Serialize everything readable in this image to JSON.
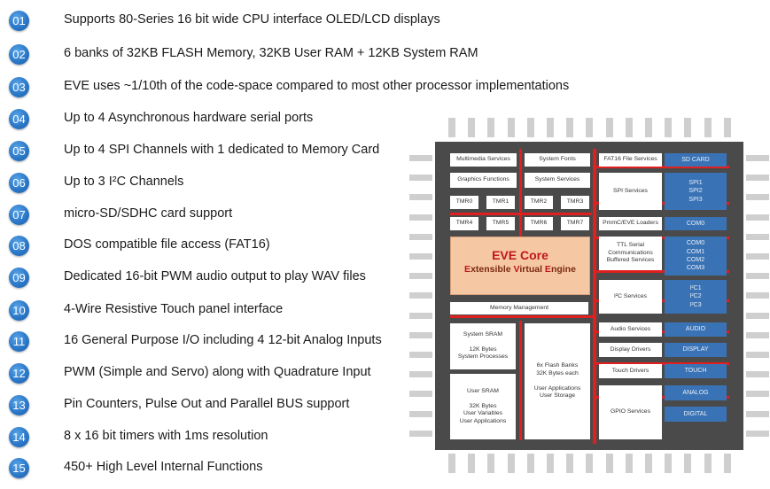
{
  "features": [
    {
      "num": "01",
      "text": "Supports 80-Series 16 bit wide CPU interface OLED/LCD displays"
    },
    {
      "num": "02",
      "text": "6 banks of 32KB FLASH Memory, 32KB User RAM + 12KB System RAM"
    },
    {
      "num": "03",
      "text": "EVE uses ~1/10th of the code-space compared to most other processor implementations"
    },
    {
      "num": "04",
      "text": "Up to 4 Asynchronous hardware serial ports"
    },
    {
      "num": "05",
      "text": "Up to 4 SPI Channels with 1 dedicated to Memory Card"
    },
    {
      "num": "06",
      "text": "Up to 3 I²C Channels"
    },
    {
      "num": "07",
      "text": "micro-SD/SDHC card support"
    },
    {
      "num": "08",
      "text": "DOS compatible file access (FAT16)"
    },
    {
      "num": "09",
      "text": "Dedicated 16-bit PWM audio output to play WAV files"
    },
    {
      "num": "10",
      "text": "4-Wire Resistive Touch panel interface"
    },
    {
      "num": "11",
      "text": "16 General Purpose I/O including 4 12-bit Analog Inputs"
    },
    {
      "num": "12",
      "text": "PWM (Simple and Servo) along with Quadrature Input"
    },
    {
      "num": "13",
      "text": "Pin Counters,  Pulse Out and Parallel BUS support"
    },
    {
      "num": "14",
      "text": "8 x 16 bit timers with 1ms resolution"
    },
    {
      "num": "15",
      "text": "450+ High Level Internal Functions"
    }
  ],
  "chip": {
    "multimedia": "Multimedia  Services",
    "system_fonts": "System Fonts",
    "fat16": "FAT16 File Services",
    "sd_card": "SD CARD",
    "graphics": "Graphics Functions",
    "system_services": "System Services",
    "spi_services": "SPI Services",
    "spi_ports": "SPI1\nSPI2\nSPI3",
    "tmr0": "TMR0",
    "tmr1": "TMR1",
    "tmr2": "TMR2",
    "tmr3": "TMR3",
    "tmr4": "TMR4",
    "tmr5": "TMR5",
    "tmr6": "TMR6",
    "tmr7": "TMR7",
    "loaders": "PmmC/EVE  Loaders",
    "com0": "COM0",
    "ttl": "TTL Serial\nCommunications\nBuffered Services",
    "com_ports": "COM0\nCOM1\nCOM2\nCOM3",
    "core_title": "EVE Core",
    "core_sub_parts": [
      "E",
      "xtensible ",
      "V",
      "irtual ",
      "E",
      "ngine"
    ],
    "i2c_services": "I²C Services",
    "i2c_ports": "I²C1\nI²C2\nI²C3",
    "memory_mgmt": "Memory Management",
    "audio_services": "Audio Services",
    "audio": "AUDIO",
    "system_sram": "System SRAM\n\n12K Bytes\nSystem Processes",
    "flash_banks": "6x Flash Banks\n32K Bytes each\n\nUser Applications\nUser Storage",
    "display_drivers": "Display Drivers",
    "display": "DISPLAY",
    "touch_drivers": "Touch Drivers",
    "touch": "TOUCH",
    "user_sram": "User SRAM\n\n32K Bytes\nUser Variables\nUser Applications",
    "gpio_services": "GPIO Services",
    "analog": "ANALOG",
    "digital": "DIGITAL"
  }
}
